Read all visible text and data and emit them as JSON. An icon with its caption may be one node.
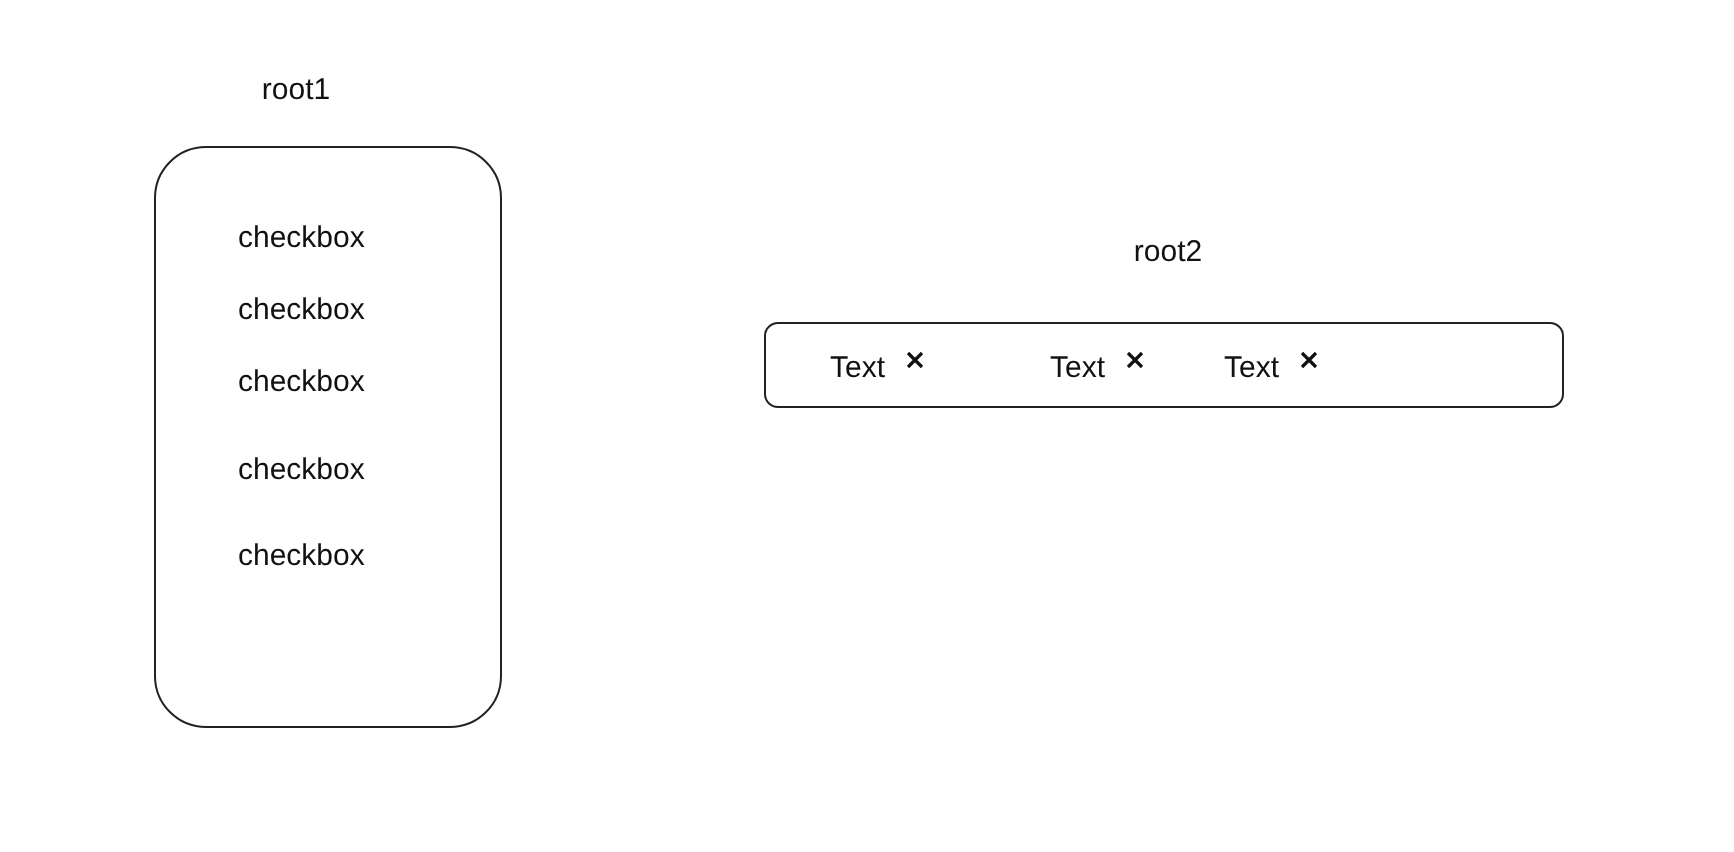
{
  "diagram": {
    "nodes": [
      {
        "text": [
          "root1",
          "checkbox",
          "checkbox",
          "checkbox",
          "checkbox",
          "checkbox"
        ]
      },
      {
        "text": [
          "root2",
          "Text",
          "Text",
          "Text"
        ]
      }
    ]
  }
}
